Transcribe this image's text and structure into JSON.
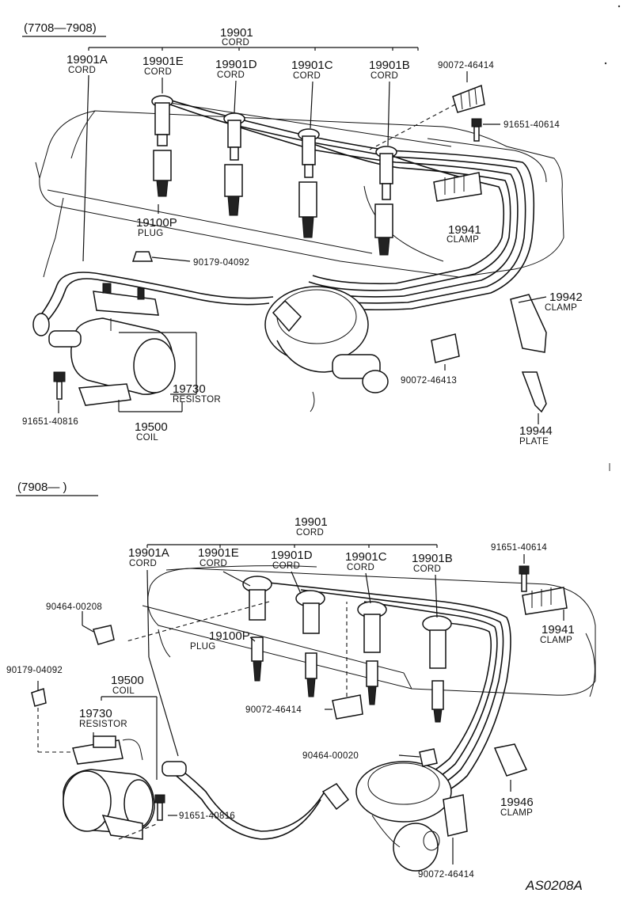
{
  "upper": {
    "range": "(7708—7908)",
    "cord_set": {
      "number": "19901",
      "name": "CORD"
    },
    "cord_a": {
      "number": "19901A",
      "name": "CORD"
    },
    "cord_e": {
      "number": "19901E",
      "name": "CORD"
    },
    "cord_d": {
      "number": "19901D",
      "name": "CORD"
    },
    "cord_c": {
      "number": "19901C",
      "name": "CORD"
    },
    "cord_b": {
      "number": "19901B",
      "name": "CORD"
    },
    "clamp_a": {
      "number": "90072-46414"
    },
    "bolt_a": {
      "number": "91651-40614"
    },
    "plug": {
      "number": "19100P",
      "name": "PLUG"
    },
    "clamp_19941": {
      "number": "19941",
      "name": "CLAMP"
    },
    "nut": {
      "number": "90179-04092"
    },
    "clamp_19942": {
      "number": "19942",
      "name": "CLAMP"
    },
    "clamp_b": {
      "number": "90072-46413"
    },
    "resistor": {
      "number": "19730",
      "name": "RESISTOR"
    },
    "bolt_b": {
      "number": "91651-40816"
    },
    "coil": {
      "number": "19500",
      "name": "COIL"
    },
    "plate": {
      "number": "19944",
      "name": "PLATE"
    }
  },
  "lower": {
    "range": "(7908—      )",
    "cord_set": {
      "number": "19901",
      "name": "CORD"
    },
    "cord_a": {
      "number": "19901A",
      "name": "CORD"
    },
    "cord_e": {
      "number": "19901E",
      "name": "CORD"
    },
    "cord_d": {
      "number": "19901D",
      "name": "CORD"
    },
    "cord_c": {
      "number": "19901C",
      "name": "CORD"
    },
    "cord_b": {
      "number": "19901B",
      "name": "CORD"
    },
    "bolt_a": {
      "number": "91651-40614"
    },
    "clip_a": {
      "number": "90464-00208"
    },
    "clamp_19941": {
      "number": "19941",
      "name": "CLAMP"
    },
    "plug": {
      "number": "19100P",
      "name": "PLUG"
    },
    "nut": {
      "number": "90179-04092"
    },
    "coil": {
      "number": "19500",
      "name": "COIL"
    },
    "resistor": {
      "number": "19730",
      "name": "RESISTOR"
    },
    "clamp_a": {
      "number": "90072-46414"
    },
    "clip_b": {
      "number": "90464-00020"
    },
    "clamp_19946": {
      "number": "19946",
      "name": "CLAMP"
    },
    "bolt_b": {
      "number": "91651-40816"
    },
    "clamp_b": {
      "number": "90072-46414"
    }
  },
  "diagram_code": "AS0208A"
}
